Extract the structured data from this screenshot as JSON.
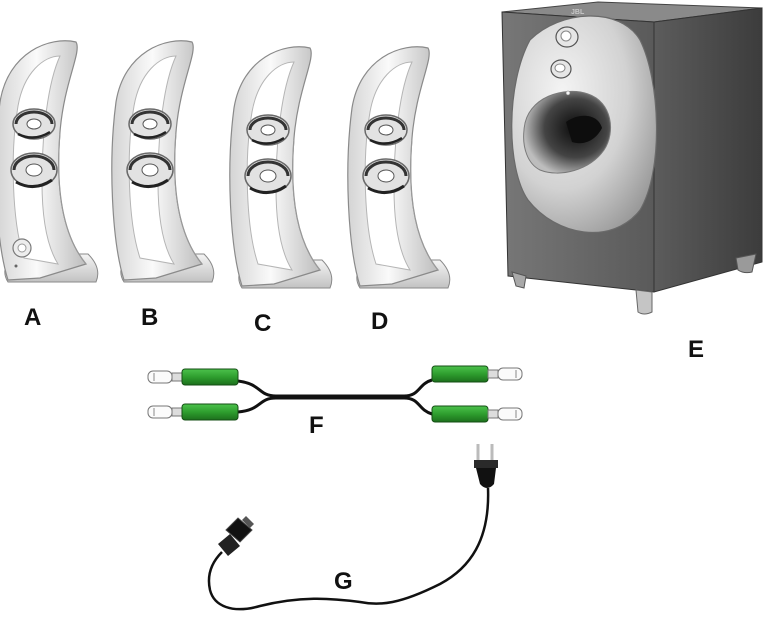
{
  "figure": {
    "items": [
      {
        "id": "A",
        "label": "A",
        "part": "satellite-speaker"
      },
      {
        "id": "B",
        "label": "B",
        "part": "satellite-speaker"
      },
      {
        "id": "C",
        "label": "C",
        "part": "satellite-speaker"
      },
      {
        "id": "D",
        "label": "D",
        "part": "satellite-speaker"
      },
      {
        "id": "E",
        "label": "E",
        "part": "subwoofer"
      },
      {
        "id": "F",
        "label": "F",
        "part": "dual-rca-y-cable"
      },
      {
        "id": "G",
        "label": "G",
        "part": "power-cord"
      }
    ],
    "logo_text": "JBL",
    "colors": {
      "speaker_shell": "#f2f2f2",
      "speaker_shade": "#c9c9c9",
      "subwoofer_box": "#5a5a5a",
      "subwoofer_face": "#d8d8d8",
      "rca_connector": "#2e9e2e",
      "cable": "#111111"
    }
  }
}
